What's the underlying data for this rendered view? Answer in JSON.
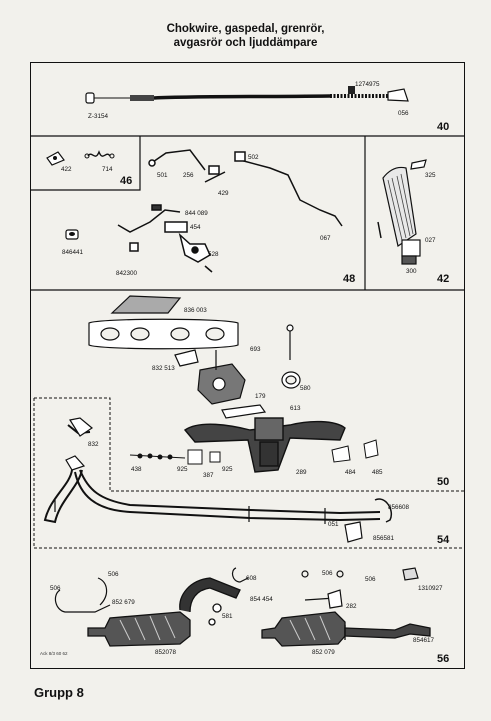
{
  "title": {
    "line1": "Chokwire, gaspedal, grenrör,",
    "line2": "avgasrör och ljuddämpare"
  },
  "footer": "Grupp 8",
  "print_note": "Ack 8/3 60 62",
  "sections": {
    "s40": "40",
    "s46": "46",
    "s48": "48",
    "s42": "42",
    "s50": "50",
    "s54": "54",
    "s56": "56"
  },
  "parts": {
    "p1274975": "1274975",
    "p2_3154": "Z-3154",
    "p056": "056",
    "p422": "422",
    "p714": "714",
    "p501": "501",
    "p256": "256",
    "p502": "502",
    "p429": "429",
    "p325": "325",
    "p844089": "844 089",
    "p454": "454",
    "p846441": "846441",
    "p528": "528",
    "p842300": "842300",
    "p067": "067",
    "p027": "027",
    "p300": "300",
    "p836003": "836 003",
    "p693": "693",
    "p832513": "832 513",
    "p179": "179",
    "p580": "580",
    "p613": "613",
    "p438": "438",
    "p925a": "925",
    "p387": "387",
    "p925b": "925",
    "p289": "289",
    "p484": "484",
    "p485": "485",
    "p832": "832",
    "p856608": "856608",
    "p051": "051",
    "p856581": "856581",
    "p506a": "506",
    "p506b": "506",
    "p852679": "852 679",
    "p608": "608",
    "p854454": "854 454",
    "p581": "581",
    "p852078": "852078",
    "p506c": "506",
    "p506d": "506",
    "p282": "282",
    "p1310927": "1310927",
    "p852079": "852 079",
    "p854617": "854617"
  }
}
